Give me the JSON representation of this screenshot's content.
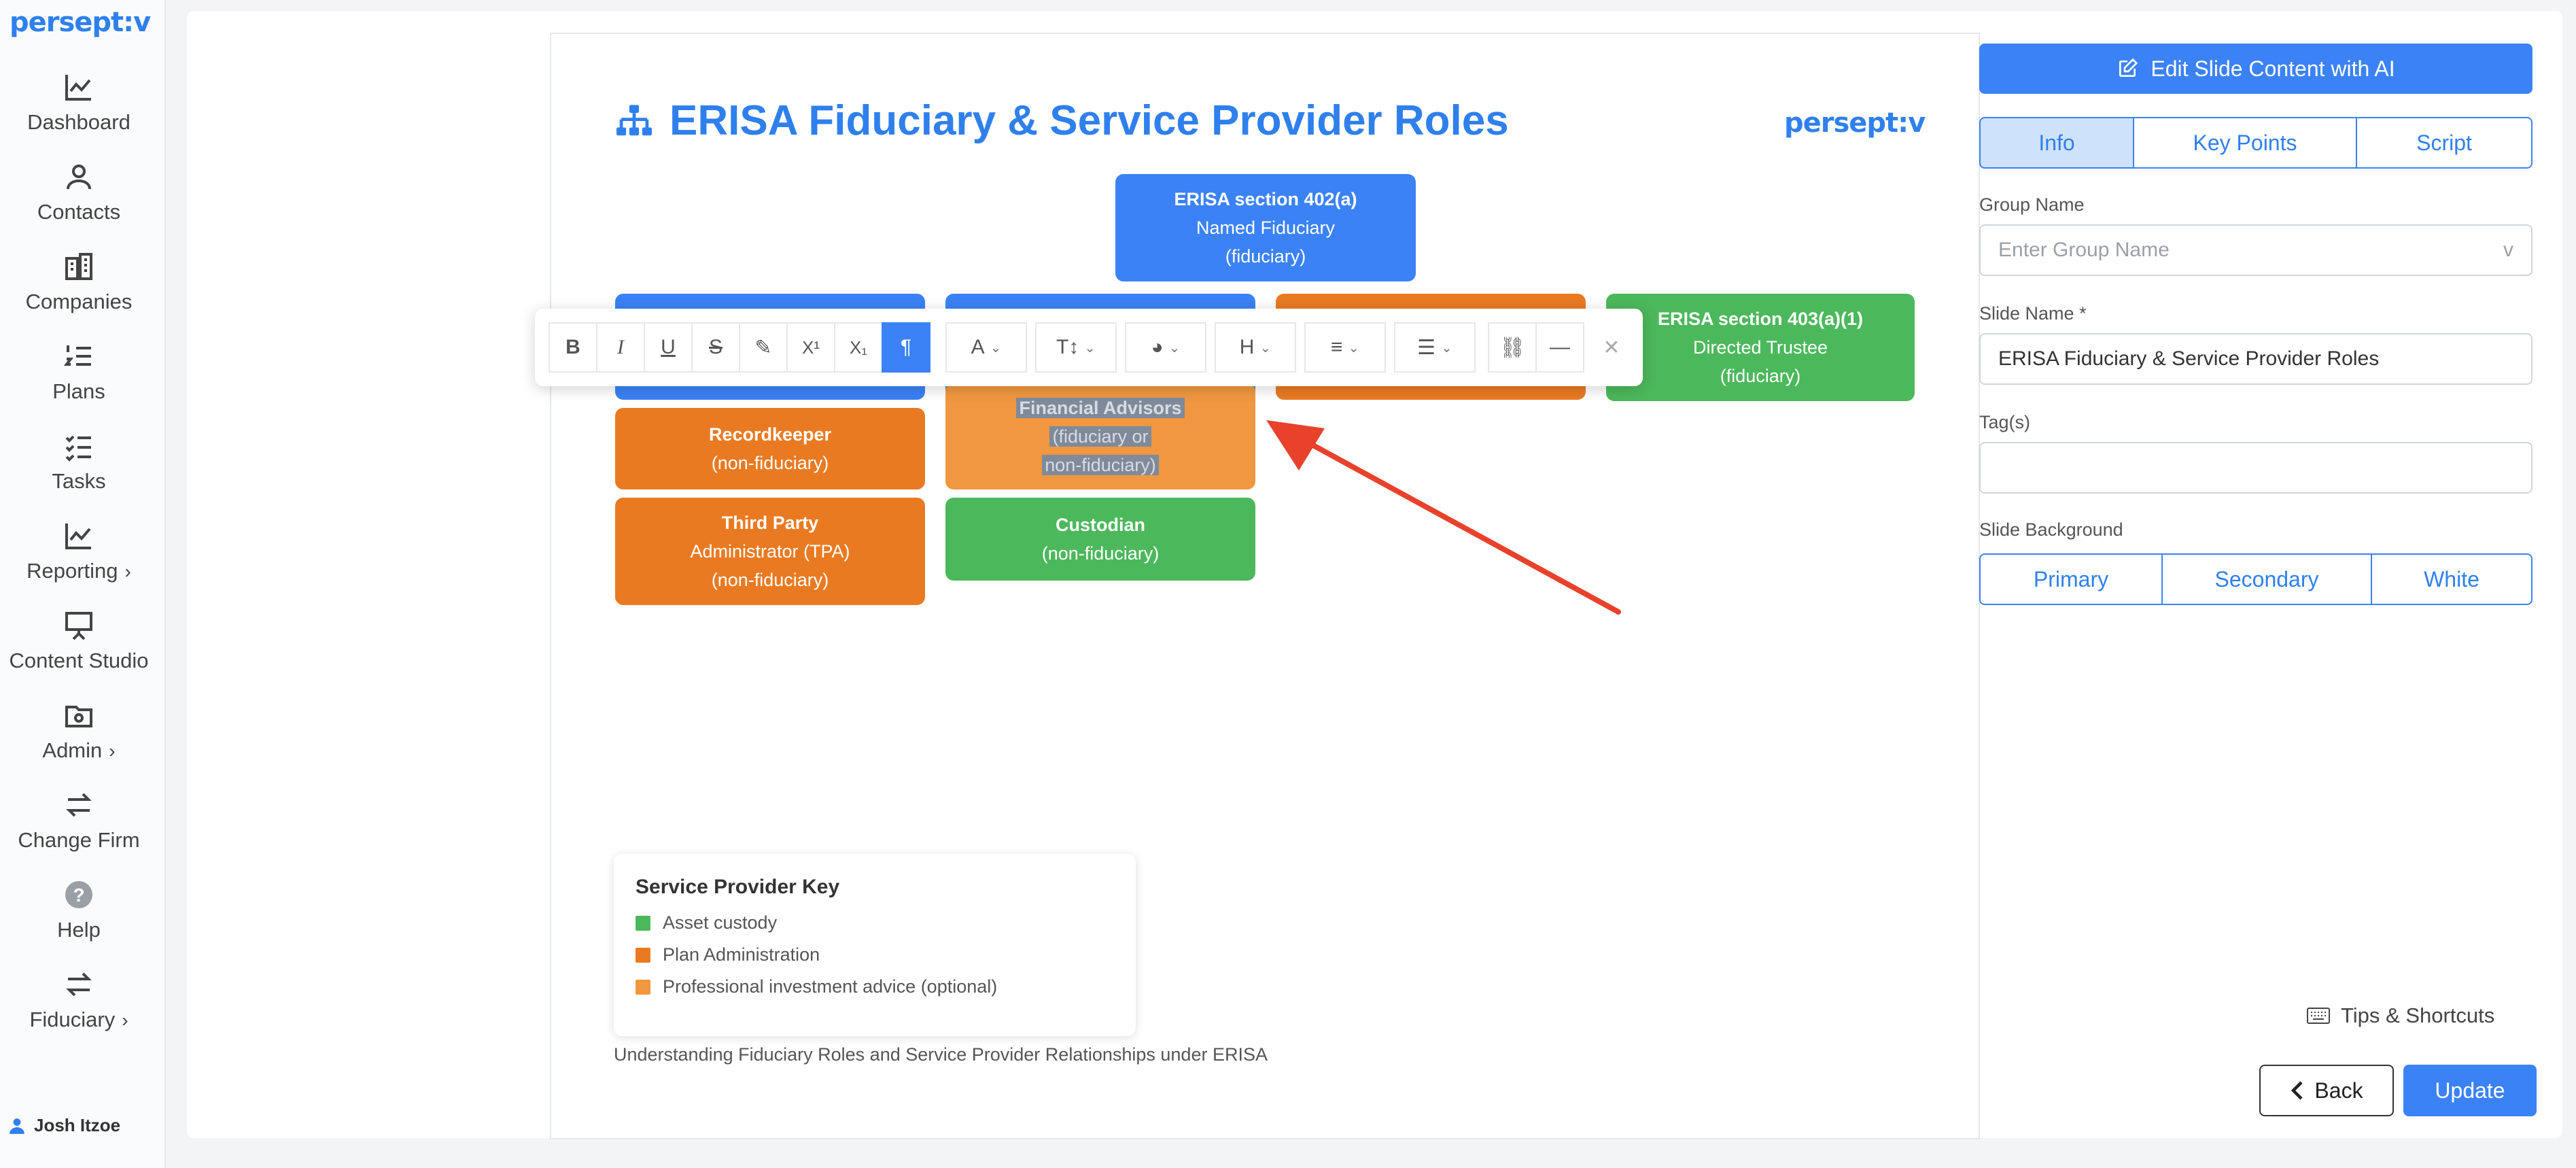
{
  "brand": {
    "logo": "persept:v",
    "accent": "#2f80ed"
  },
  "sidebar": {
    "items": [
      {
        "label": "Dashboard",
        "icon": "chart-line-icon"
      },
      {
        "label": "Contacts",
        "icon": "user-icon"
      },
      {
        "label": "Companies",
        "icon": "buildings-icon"
      },
      {
        "label": "Plans",
        "icon": "numbered-list-icon"
      },
      {
        "label": "Tasks",
        "icon": "checklist-icon"
      },
      {
        "label": "Reporting",
        "icon": "chart-line-icon",
        "chevron": "›"
      },
      {
        "label": "Content Studio",
        "icon": "presentation-icon"
      },
      {
        "label": "Admin",
        "icon": "folder-gear-icon",
        "chevron": "›"
      },
      {
        "label": "Change Firm",
        "icon": "arrows-swap-icon"
      },
      {
        "label": "Help",
        "icon": "help-icon"
      },
      {
        "label": "Fiduciary",
        "icon": "arrows-swap-icon",
        "chevron": "›"
      }
    ],
    "help_symbol": "?",
    "user": "Josh Itzoe"
  },
  "slide": {
    "title": "ERISA Fiduciary & Service Provider Roles",
    "logo": "persept:v",
    "boxes": {
      "named_fiduciary": {
        "title": "ERISA section 402(a)",
        "line1": "Named Fiduciary",
        "line2": "(fiduciary)"
      },
      "directed_trustee": {
        "title": "ERISA section 403(a)(1)",
        "line1": "Directed Trustee",
        "line2": "(fiduciary)"
      },
      "recordkeeper": {
        "title": "Recordkeeper",
        "line1": "(non-fiduciary)"
      },
      "financial_advisors": {
        "title": "Financial Advisors",
        "line1": "(fiduciary or",
        "line2": "non-fiduciary)"
      },
      "tpa": {
        "title": "Third Party",
        "line1": "Administrator (TPA)",
        "line2": "(non-fiduciary)"
      },
      "custodian": {
        "title": "Custodian",
        "line1": "(non-fiduciary)"
      }
    },
    "key": {
      "title": "Service Provider Key",
      "items": [
        {
          "label": "Asset custody",
          "color": "#4cb85c"
        },
        {
          "label": "Plan Administration",
          "color": "#ea7a22"
        },
        {
          "label": "Professional investment advice (optional)",
          "color": "#f0973f"
        }
      ]
    },
    "footnote": "Understanding Fiduciary Roles and Service Provider Relationships under ERISA"
  },
  "toolbar": {
    "buttons": [
      {
        "glyph": "B",
        "icon": "bold-icon"
      },
      {
        "glyph": "I",
        "icon": "italic-icon"
      },
      {
        "glyph": "U",
        "icon": "underline-icon"
      },
      {
        "glyph": "S",
        "icon": "strikethrough-icon"
      },
      {
        "glyph": "✎",
        "icon": "highlighter-icon"
      },
      {
        "glyph": "X¹",
        "icon": "superscript-icon"
      },
      {
        "glyph": "X₁",
        "icon": "subscript-icon"
      },
      {
        "glyph": "¶",
        "icon": "paragraph-icon",
        "active": true
      },
      {
        "glyph": "A",
        "icon": "font-icon",
        "dropdown": true
      },
      {
        "glyph": "T↕",
        "icon": "font-size-icon",
        "dropdown": true
      },
      {
        "glyph": "◕",
        "icon": "palette-icon",
        "dropdown": true
      },
      {
        "glyph": "H",
        "icon": "heading-icon",
        "dropdown": true
      },
      {
        "glyph": "≡",
        "icon": "align-left-icon",
        "dropdown": true
      },
      {
        "glyph": "☰",
        "icon": "bullet-list-icon",
        "dropdown": true
      },
      {
        "glyph": "⛓",
        "icon": "link-icon"
      },
      {
        "glyph": "—",
        "icon": "horizontal-rule-icon"
      }
    ],
    "close_glyph": "✕",
    "dropdown_glyph": "⌄"
  },
  "panel": {
    "ai_button": "Edit Slide Content with AI",
    "tabs": [
      "Info",
      "Key Points",
      "Script"
    ],
    "active_tab": "Info",
    "group_name": {
      "label": "Group Name",
      "placeholder": "Enter Group Name",
      "chevron": "v"
    },
    "slide_name": {
      "label": "Slide Name *",
      "value": "ERISA Fiduciary & Service Provider Roles"
    },
    "tags": {
      "label": "Tag(s)",
      "value": ""
    },
    "slide_background": {
      "label": "Slide Background",
      "options": [
        "Primary",
        "Secondary",
        "White"
      ]
    },
    "tips": "Tips & Shortcuts",
    "back": "Back",
    "update": "Update"
  },
  "colors": {
    "blue": "#3b82f6",
    "orange": "#ea7a22",
    "light_orange": "#f0973f",
    "green": "#4cb85c",
    "annotation_arrow": "#e8412c"
  }
}
